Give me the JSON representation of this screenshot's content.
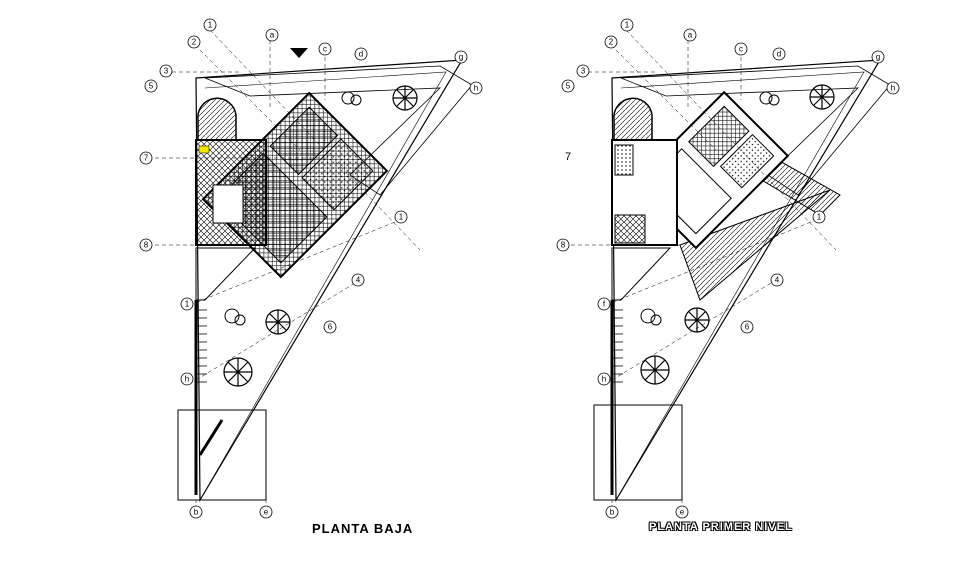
{
  "plans": [
    {
      "title": "PLANTA BAJA",
      "axis_labels": [
        "1",
        "2",
        "3",
        "5",
        "7",
        "8",
        "a",
        "c",
        "d",
        "g",
        "h",
        "1",
        "4",
        "6",
        "1",
        "h",
        "b",
        "e"
      ]
    },
    {
      "title": "PLANTA PRIMER NIVEL",
      "axis_labels": [
        "1",
        "2",
        "3",
        "5",
        "7",
        "8",
        "a",
        "c",
        "d",
        "g",
        "h",
        "1",
        "4",
        "6",
        "f",
        "h",
        "b",
        "e"
      ],
      "level_note": "7"
    }
  ],
  "colors": {
    "ink": "#000000",
    "paper": "#ffffff",
    "highlight": "#f2e600"
  }
}
